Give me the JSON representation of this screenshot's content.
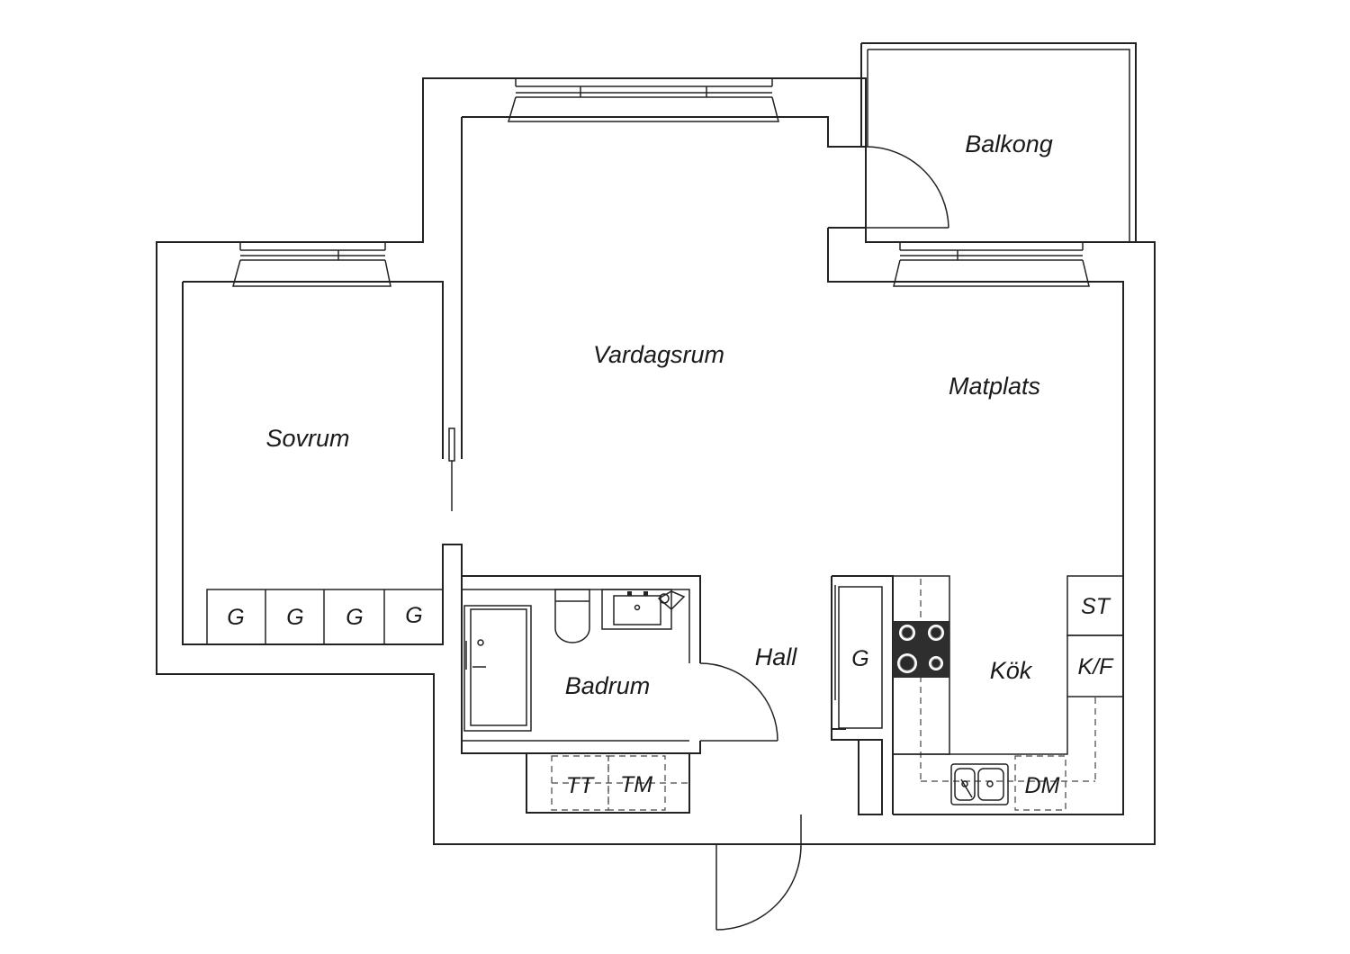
{
  "rooms": {
    "balkong": "Balkong",
    "vardagsrum": "Vardagsrum",
    "matplats": "Matplats",
    "sovrum": "Sovrum",
    "badrum": "Badrum",
    "hall": "Hall",
    "kok": "Kök"
  },
  "fixtures": {
    "wardrobe_sovrum": [
      "G",
      "G",
      "G",
      "G"
    ],
    "wardrobe_hall": "G",
    "stove_area": "ST",
    "fridge_freezer": "K/F",
    "dryer": "TT",
    "washer": "TM",
    "dishwasher": "DM"
  },
  "colors": {
    "line": "#222222",
    "background": "#ffffff",
    "stove": "#2a2a2a"
  }
}
